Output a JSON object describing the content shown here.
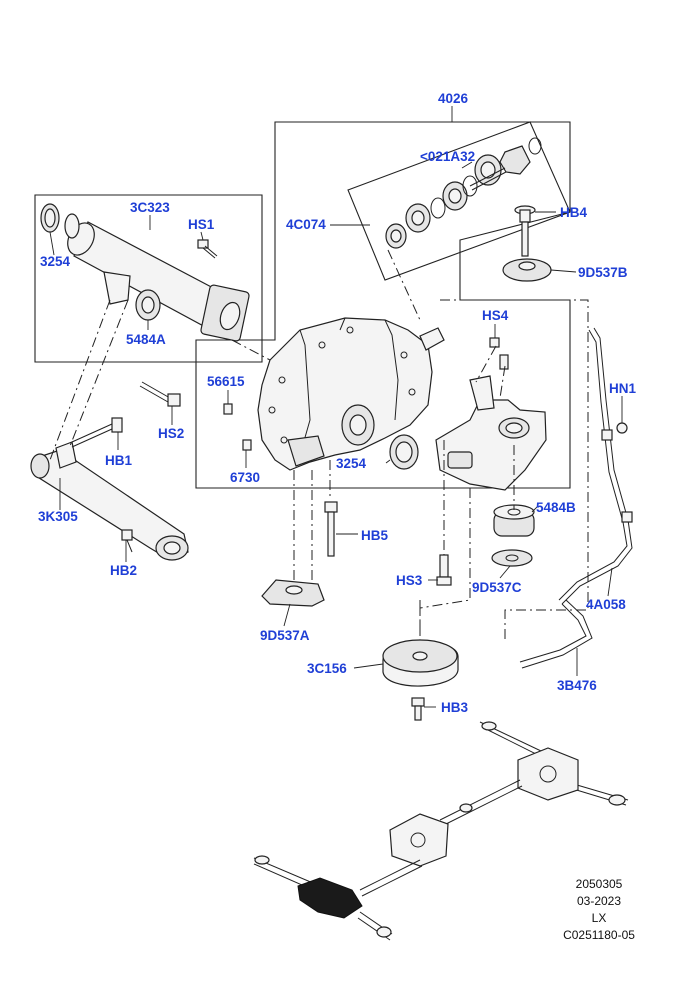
{
  "callouts": {
    "c4026": "4026",
    "c021A32": "<021A32",
    "c4C074": "4C074",
    "c3C323": "3C323",
    "cHS1": "HS1",
    "c3254a": "3254",
    "c5484A": "5484A",
    "cHB4": "HB4",
    "c9D537B": "9D537B",
    "cHS4": "HS4",
    "c56615": "56615",
    "cHS2": "HS2",
    "cHN1": "HN1",
    "cHB1": "HB1",
    "c3254b": "3254",
    "c6730": "6730",
    "c5484B": "5484B",
    "c3K305": "3K305",
    "cHB5": "HB5",
    "cHB2": "HB2",
    "cHS3": "HS3",
    "c9D537C": "9D537C",
    "c4A058": "4A058",
    "c9D537A": "9D537A",
    "c3C156": "3C156",
    "c3B476": "3B476",
    "cHB3": "HB3"
  },
  "footer": {
    "code": "2050305",
    "date": "03-2023",
    "model": "LX",
    "ref": "C0251180-05"
  },
  "colors": {
    "callout": "#1f3fd6",
    "linework": "#222222",
    "highlight": "#111111"
  }
}
